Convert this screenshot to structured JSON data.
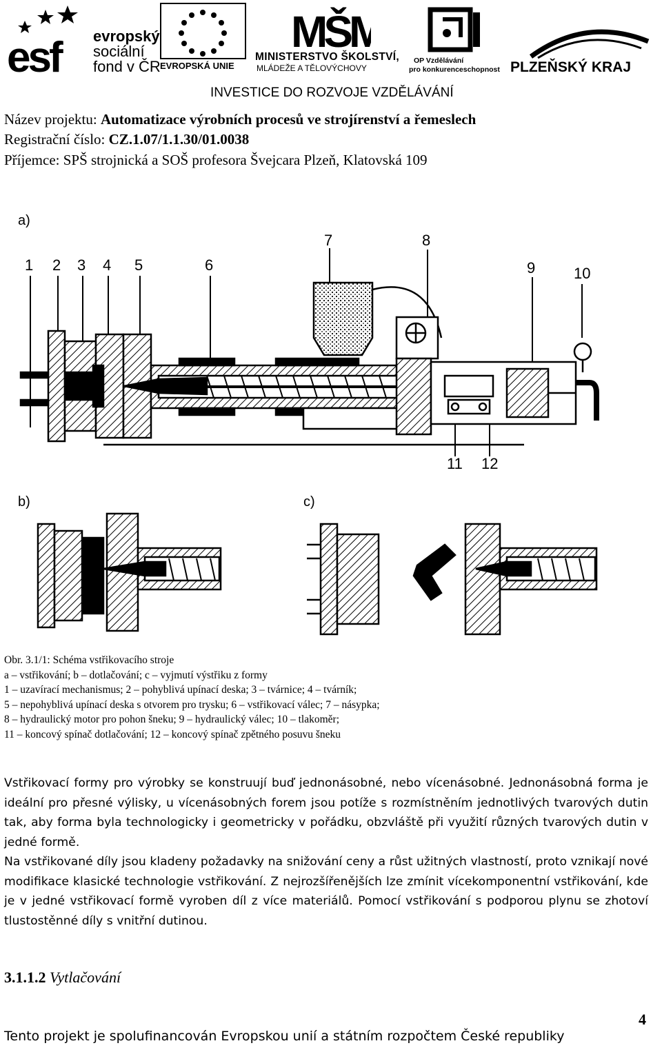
{
  "header": {
    "esf_logo_mark": "esf",
    "esf_name_lines": [
      "evropský",
      "sociální",
      "fond v ČR"
    ],
    "eu_label": "EVROPSKÁ UNIE",
    "msmt_mark": "MŠMT",
    "msmt_line1": "MINISTERSTVO ŠKOLSTVÍ,",
    "msmt_line2": "MLÁDEŽE A TĚLOVÝCHOVY",
    "op_line1": "OP Vzdělávání",
    "op_line2": "pro konkurenceschopnost",
    "plzen_label": "PLZEŇSKÝ KRAJ",
    "investice": "INVESTICE DO ROZVOJE VZDĚLÁVÁNÍ"
  },
  "project": {
    "name_label": "Název projektu: ",
    "name_value": "Automatizace výrobních procesů ve strojírenství a řemeslech",
    "reg_label": "Registrační číslo: ",
    "reg_value": "CZ.1.07/1.1.30/01.0038",
    "recipient": "Příjemce: SPŠ strojnická a SOŠ profesora Švejcara Plzeň, Klatovská 109"
  },
  "figure": {
    "panel_a": "a)",
    "panel_b": "b)",
    "panel_c": "c)",
    "labels_top": [
      "1",
      "2",
      "3",
      "4",
      "5",
      "6",
      "7",
      "8",
      "9",
      "10"
    ],
    "labels_bottom": [
      "11",
      "12"
    ]
  },
  "caption": [
    "Obr. 3.1/1: Schéma vstřikovacího stroje",
    "a – vstřikování; b – dotlačování; c – vyjmutí výstřiku z formy",
    "1 – uzavírací mechanismus; 2 – pohyblivá upínací deska; 3 – tvárnice; 4 – tvárník;",
    "5 – nepohyblivá upínací deska s otvorem pro trysku; 6 – vstřikovací válec; 7 – násypka;",
    "8 – hydraulický motor pro pohon šneku; 9 – hydraulický válec; 10 – tlakoměr;",
    "11 – koncový spínač dotlačování; 12 – koncový spínač zpětného posuvu šneku"
  ],
  "body": {
    "p1": "Vstřikovací formy pro výrobky se konstruují buď jednonásobné, nebo vícenásobné. Jednonásobná forma je ideální pro přesné výlisky, u vícenásobných forem jsou potíže s rozmístněním jednotlivých tvarových dutin tak, aby forma byla technologicky i geometricky v pořádku, obzvláště při využití různých tvarových dutin v jedné formě.",
    "p2": "Na vstřikované díly jsou kladeny požadavky na snižování ceny a růst užitných vlastností, proto vznikají nové modifikace klasické technologie vstřikování. Z nejrozšířenějších lze zmínit vícekomponentní vstřikování, kde je v jedné vstřikovací formě vyroben díl z více materiálů. Pomocí vstřikování s podporou plynu se zhotoví tlustostěnné díly s vnitřní dutinou."
  },
  "section": {
    "number": "3.1.1.2",
    "title": "Vytlačování"
  },
  "footer": {
    "text": "Tento projekt je spolufinancován Evropskou unií a státním rozpočtem České republiky",
    "page": "4"
  }
}
